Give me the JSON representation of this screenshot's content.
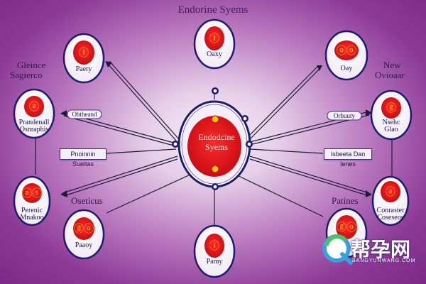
{
  "title": "Endorine Syems",
  "center": {
    "line1": "Endodcine",
    "line2": "Syems"
  },
  "side_labels": {
    "top_left": [
      "Gleince",
      "Sagierco"
    ],
    "top_right": [
      "New",
      "Ovioaar"
    ],
    "mid_left": "Oseticus",
    "mid_right": "Patines"
  },
  "boxes": {
    "left_pill": "Obtheand",
    "right_pill": "Orbuuty",
    "left_rect": "Pnoinnin Sueitas",
    "right_rect": "Isbeeta Dan Ienes"
  },
  "glands": {
    "top": {
      "label": "Oaxy",
      "symbol": "Ⓘ"
    },
    "top_left": {
      "label": "Paery",
      "symbol": "Ⓘ"
    },
    "top_right": {
      "label": "Oay",
      "symbol": "ⓞⓞ"
    },
    "left": {
      "label": [
        "Prandenall",
        "Osnraphis"
      ],
      "symbol": "ⓐ"
    },
    "right": {
      "label": [
        "Nsehc",
        "Glao"
      ],
      "symbol": "ⓖ"
    },
    "left_low": {
      "label": [
        "Perenic",
        "Mnakoo"
      ],
      "symbol": "ⓐⓢ"
    },
    "right_low": {
      "label": [
        "Conraster",
        "Coseseos"
      ],
      "symbol": "ⓐ"
    },
    "bottom_left": {
      "label": "Paaoy",
      "symbol": "ⓖⓞ"
    },
    "bottom": {
      "label": "Pamy",
      "symbol": "ⓘ"
    },
    "bottom_right": {
      "label": "",
      "symbol": "ⓖⓞ"
    }
  },
  "watermark": {
    "text": "帮孕网",
    "sub": "BANGYUNWANG.COM"
  },
  "colors": {
    "gland_red": "#e0161e",
    "outline_navy": "#1f1a6e",
    "symbol_yellow": "#f3c417"
  }
}
